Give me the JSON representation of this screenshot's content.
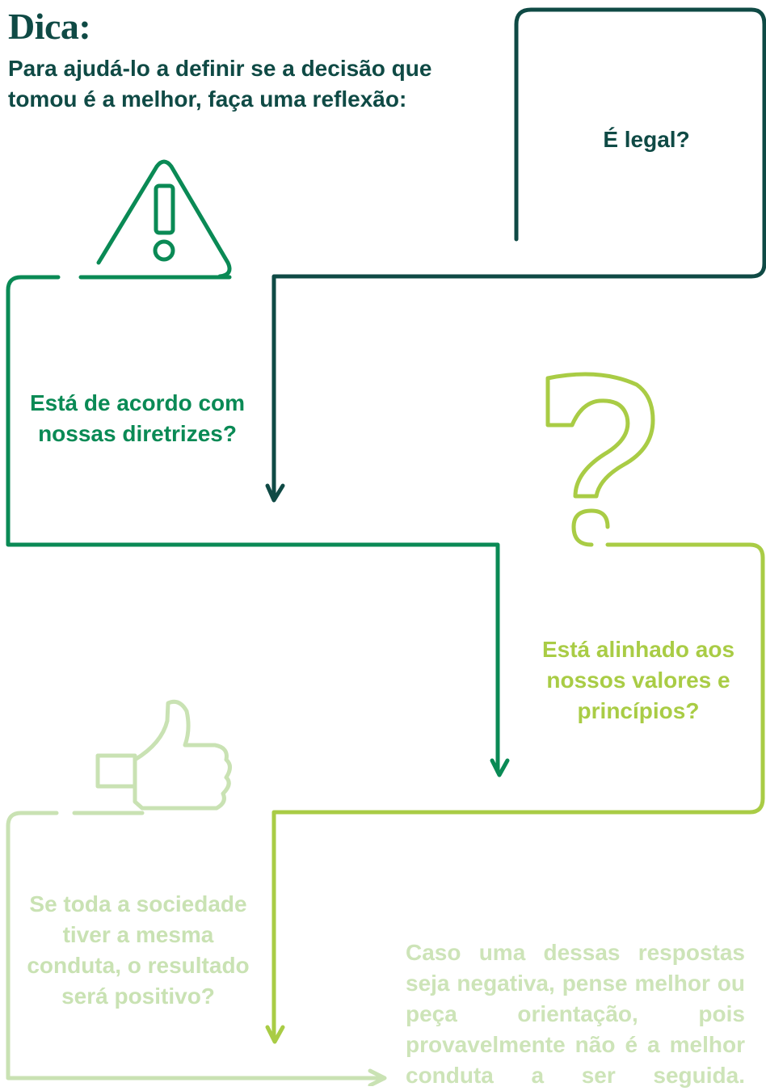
{
  "header": {
    "title": "Dica:",
    "subtitle": "Para ajudá-lo a definir se a decisão que tomou é a melhor, faça uma reflexão:"
  },
  "steps": {
    "legal": {
      "question": "É legal?",
      "icon": "none"
    },
    "diretrizes": {
      "question": "Está de acordo com nossas diretrizes?",
      "icon": "warning-icon"
    },
    "valores": {
      "question": "Está alinhado aos nossos valores e princípios?",
      "icon": "question-mark-icon"
    },
    "sociedade": {
      "question": "Se toda a sociedade tiver a mesma conduta, o resultado será positivo?",
      "icon": "thumbs-up-icon"
    }
  },
  "closing": {
    "text": "Caso uma dessas respostas seja negativa, pense melhor ou peça orientação, pois provavelmente não é a melhor conduta a ser seguida."
  },
  "colors": {
    "dark_teal": "#0f4a45",
    "green": "#0a8a55",
    "lime": "#a9cc45",
    "pale_green": "#c9e2b3"
  }
}
